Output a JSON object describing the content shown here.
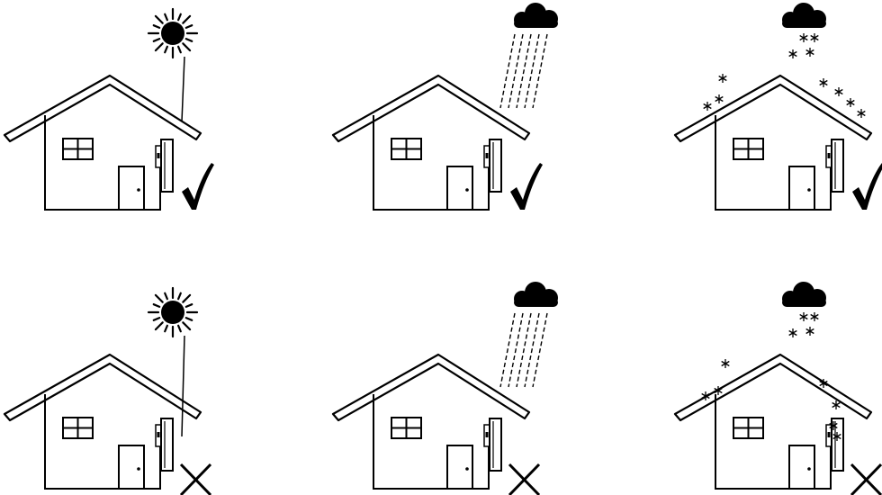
{
  "diagram": {
    "panels": [
      {
        "weather": "sun",
        "result": "correct"
      },
      {
        "weather": "rain",
        "result": "correct"
      },
      {
        "weather": "snow",
        "result": "correct"
      },
      {
        "weather": "sun",
        "result": "incorrect"
      },
      {
        "weather": "rain",
        "result": "incorrect"
      },
      {
        "weather": "snow",
        "result": "incorrect"
      }
    ],
    "icons": {
      "sun": "sun-icon",
      "rain": "rain-cloud-icon",
      "snow": "snow-cloud-icon",
      "correct": "check-mark-icon",
      "incorrect": "cross-mark-icon",
      "device": "inverter-icon"
    },
    "colors": {
      "stroke": "#000000",
      "background": "#ffffff"
    }
  }
}
